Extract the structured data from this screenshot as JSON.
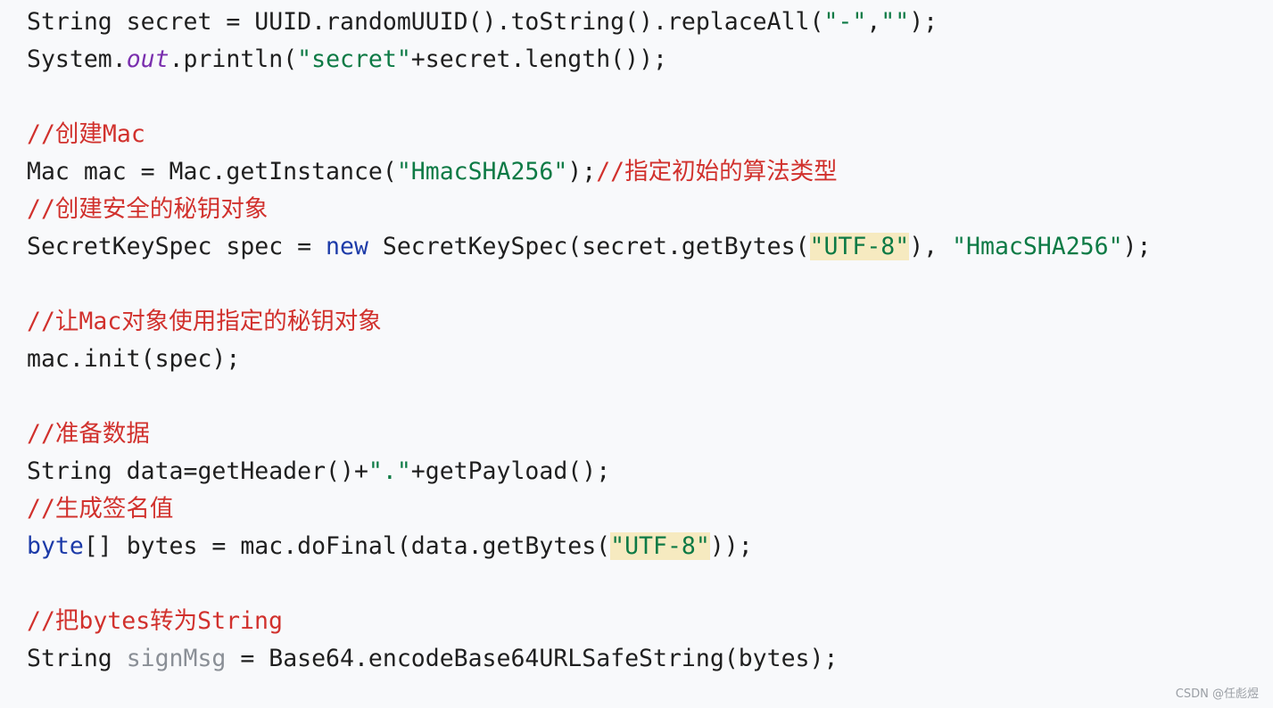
{
  "code": {
    "lines": [
      [
        {
          "t": "String secret = UUID.randomUUID().toString().replaceAll(",
          "c": ""
        },
        {
          "t": "\"-\"",
          "c": "str"
        },
        {
          "t": ",",
          "c": ""
        },
        {
          "t": "\"\"",
          "c": "str"
        },
        {
          "t": ");",
          "c": ""
        }
      ],
      [
        {
          "t": "System.",
          "c": ""
        },
        {
          "t": "out",
          "c": "static"
        },
        {
          "t": ".println(",
          "c": ""
        },
        {
          "t": "\"secret\"",
          "c": "str"
        },
        {
          "t": "+secret.length());",
          "c": ""
        }
      ],
      [],
      [
        {
          "t": "//创建Mac",
          "c": "cmt"
        }
      ],
      [
        {
          "t": "Mac mac = Mac.getInstance(",
          "c": ""
        },
        {
          "t": "\"HmacSHA256\"",
          "c": "str"
        },
        {
          "t": ");",
          "c": ""
        },
        {
          "t": "//指定初始的算法类型",
          "c": "cmt"
        }
      ],
      [
        {
          "t": "//创建安全的秘钥对象",
          "c": "cmt"
        }
      ],
      [
        {
          "t": "SecretKeySpec spec = ",
          "c": ""
        },
        {
          "t": "new",
          "c": "kw"
        },
        {
          "t": " SecretKeySpec(secret.getBytes(",
          "c": ""
        },
        {
          "t": "\"UTF-8\"",
          "c": "str hl"
        },
        {
          "t": "), ",
          "c": ""
        },
        {
          "t": "\"HmacSHA256\"",
          "c": "str"
        },
        {
          "t": ");",
          "c": ""
        }
      ],
      [],
      [
        {
          "t": "//让Mac对象使用指定的秘钥对象",
          "c": "cmt"
        }
      ],
      [
        {
          "t": "mac.init(spec);",
          "c": ""
        }
      ],
      [],
      [
        {
          "t": "//准备数据",
          "c": "cmt"
        }
      ],
      [
        {
          "t": "String data=getHeader()+",
          "c": ""
        },
        {
          "t": "\".\"",
          "c": "str"
        },
        {
          "t": "+getPayload();",
          "c": ""
        }
      ],
      [
        {
          "t": "//生成签名值",
          "c": "cmt"
        }
      ],
      [
        {
          "t": "byte",
          "c": "kw"
        },
        {
          "t": "[] bytes = mac.doFinal(data.getBytes(",
          "c": ""
        },
        {
          "t": "\"UTF-8\"",
          "c": "str hl"
        },
        {
          "t": "));",
          "c": ""
        }
      ],
      [],
      [
        {
          "t": "//把bytes转为String",
          "c": "cmt"
        }
      ],
      [
        {
          "t": "String ",
          "c": ""
        },
        {
          "t": "signMsg",
          "c": "unused"
        },
        {
          "t": " = Base64.encodeBase64URLSafeString(bytes);",
          "c": ""
        }
      ]
    ]
  },
  "watermark": "CSDN @任彪煜"
}
